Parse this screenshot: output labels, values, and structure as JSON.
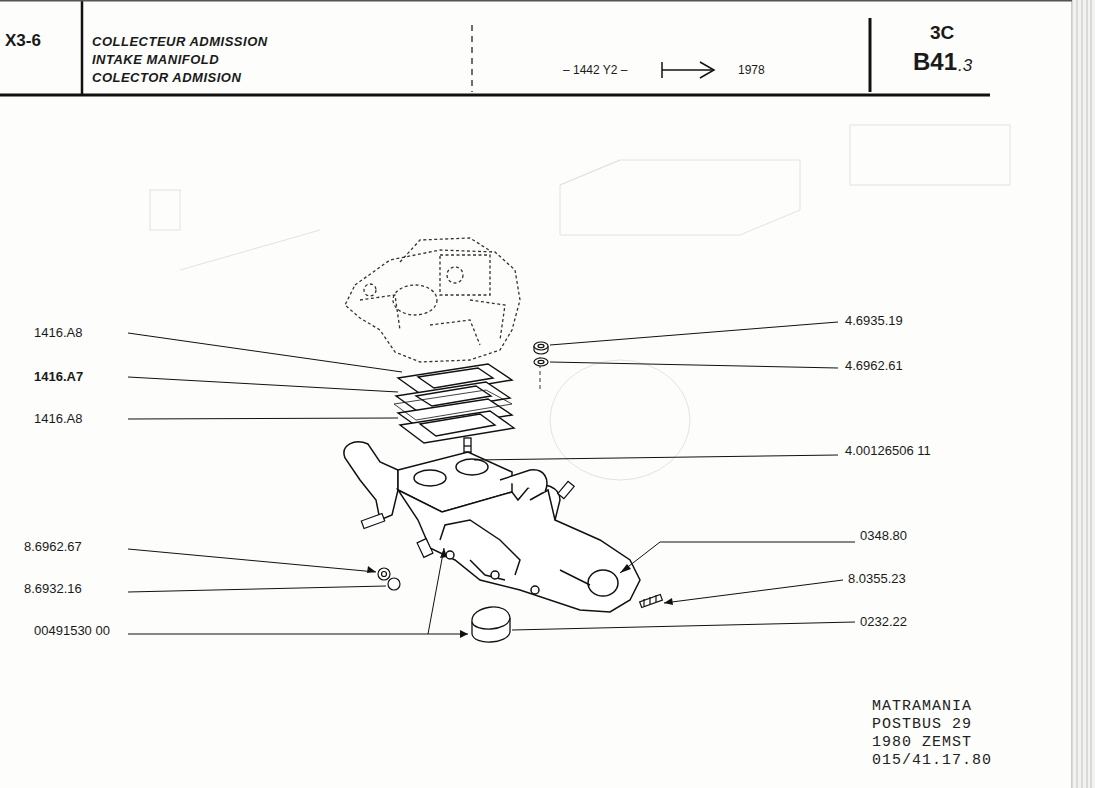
{
  "diagram": {
    "title": "COLLECTEUR ADMISSION",
    "labels": [
      "INTAKE MANIFOLD",
      "COLECTOR ADMISION",
      "X3-6",
      "– 1442 Y2 –",
      "1978",
      "3C",
      "B41",
      ".3",
      "1416.A8",
      "1416.A7",
      "1416.A8",
      "8.6962.67",
      "8.6932.16",
      "00491530 00",
      "4.6935.19",
      "4.6962.61",
      "4.00126506 11",
      "0348.80",
      "8.0355.23",
      "0232.22",
      "MATRAMANIA",
      "POSTBUS 29",
      "1980 ZEMST",
      "015/41.17.80"
    ]
  }
}
